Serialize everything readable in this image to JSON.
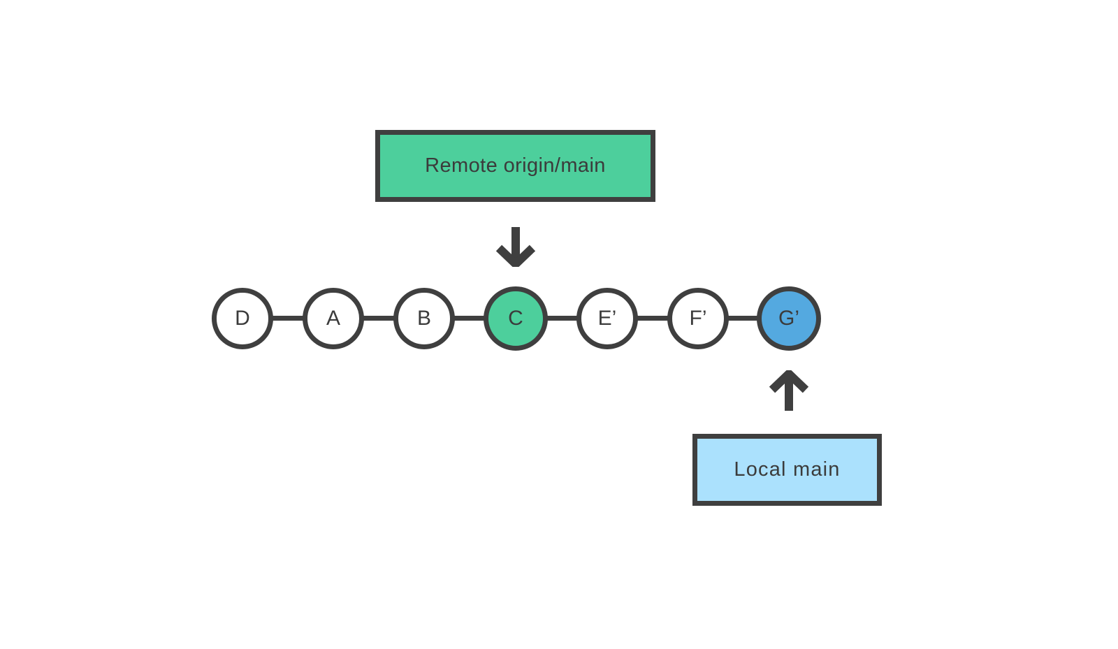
{
  "diagram": {
    "title_hidden": "",
    "background_color": "#ffffff",
    "stroke_color": "#3f3f3f",
    "colors": {
      "green": "#4dcf9c",
      "blue_fill": "#54a9e0",
      "light_blue": "#abe1fd",
      "white": "#ffffff",
      "text": "#3b3b3b"
    },
    "remote_box": {
      "label": "Remote origin/main",
      "color": "#4dcf9c"
    },
    "local_box": {
      "label": "Local main",
      "color": "#abe1fd"
    },
    "commits": [
      {
        "label": "D",
        "fill": "white"
      },
      {
        "label": "A",
        "fill": "white"
      },
      {
        "label": "B",
        "fill": "white"
      },
      {
        "label": "C",
        "fill": "green"
      },
      {
        "label": "E’",
        "fill": "white"
      },
      {
        "label": "F’",
        "fill": "white"
      },
      {
        "label": "G’",
        "fill": "blue"
      }
    ],
    "arrows": [
      {
        "name": "remote-pointer",
        "direction": "down",
        "points_to": "C"
      },
      {
        "name": "local-pointer",
        "direction": "up",
        "points_to": "G’"
      }
    ]
  }
}
